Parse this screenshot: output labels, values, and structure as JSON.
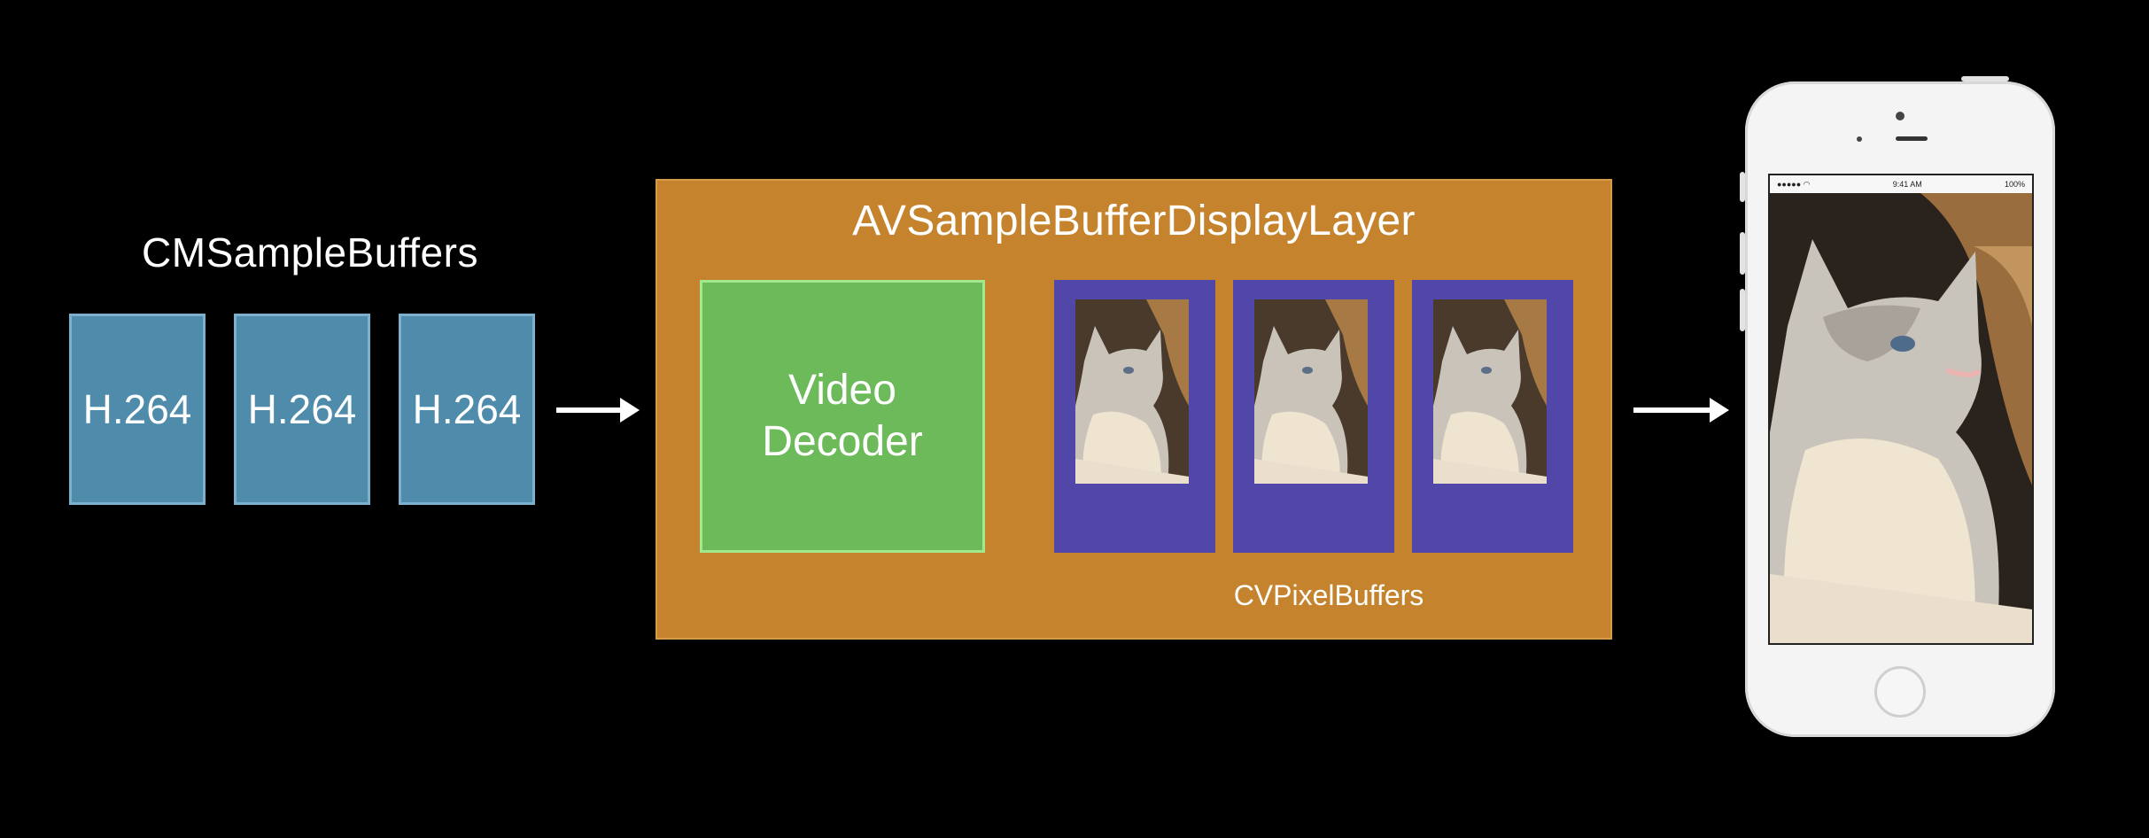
{
  "diagram": {
    "input_group": {
      "title": "CMSampleBuffers",
      "buffers": [
        "H.264",
        "H.264",
        "H.264"
      ]
    },
    "display_layer": {
      "title": "AVSampleBufferDisplayLayer",
      "decoder_line1": "Video",
      "decoder_line2": "Decoder",
      "output_label": "CVPixelBuffers"
    },
    "phone_status": {
      "time": "9:41 AM",
      "battery": "100%"
    }
  },
  "colors": {
    "h264_fill": "#4f8cac",
    "layer_fill": "#c4832c",
    "decoder_fill": "#6dba5b",
    "pixel_buffer_fill": "#5147a8",
    "background": "#000000"
  }
}
